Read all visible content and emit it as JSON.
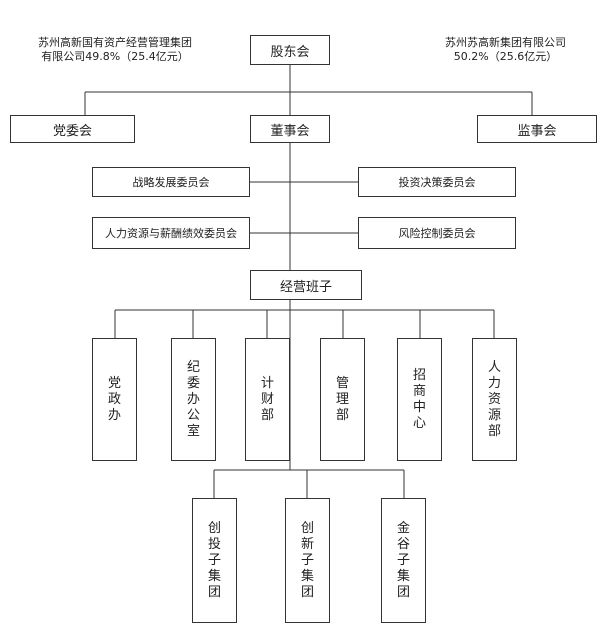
{
  "notes": {
    "left": "苏州高新国有资产经营管理集团\n有限公司49.8%（25.4亿元）",
    "right": "苏州苏高新集团有限公司\n50.2%（25.6亿元）"
  },
  "top": {
    "shareholders": "股东会"
  },
  "level2": {
    "party": "党委会",
    "board": "董事会",
    "supervisors": "监事会"
  },
  "committees": {
    "strategy": "战略发展委员会",
    "investment": "投资决策委员会",
    "hr_comp": "人力资源与薪酬绩效委员会",
    "risk": "风险控制委员会"
  },
  "management": "经营班子",
  "departments": [
    "党政办",
    "纪委办公室",
    "计财部",
    "管理部",
    "招商中心",
    "人力资源部"
  ],
  "groups": [
    "创投子集团",
    "创新子集团",
    "金谷子集团"
  ]
}
